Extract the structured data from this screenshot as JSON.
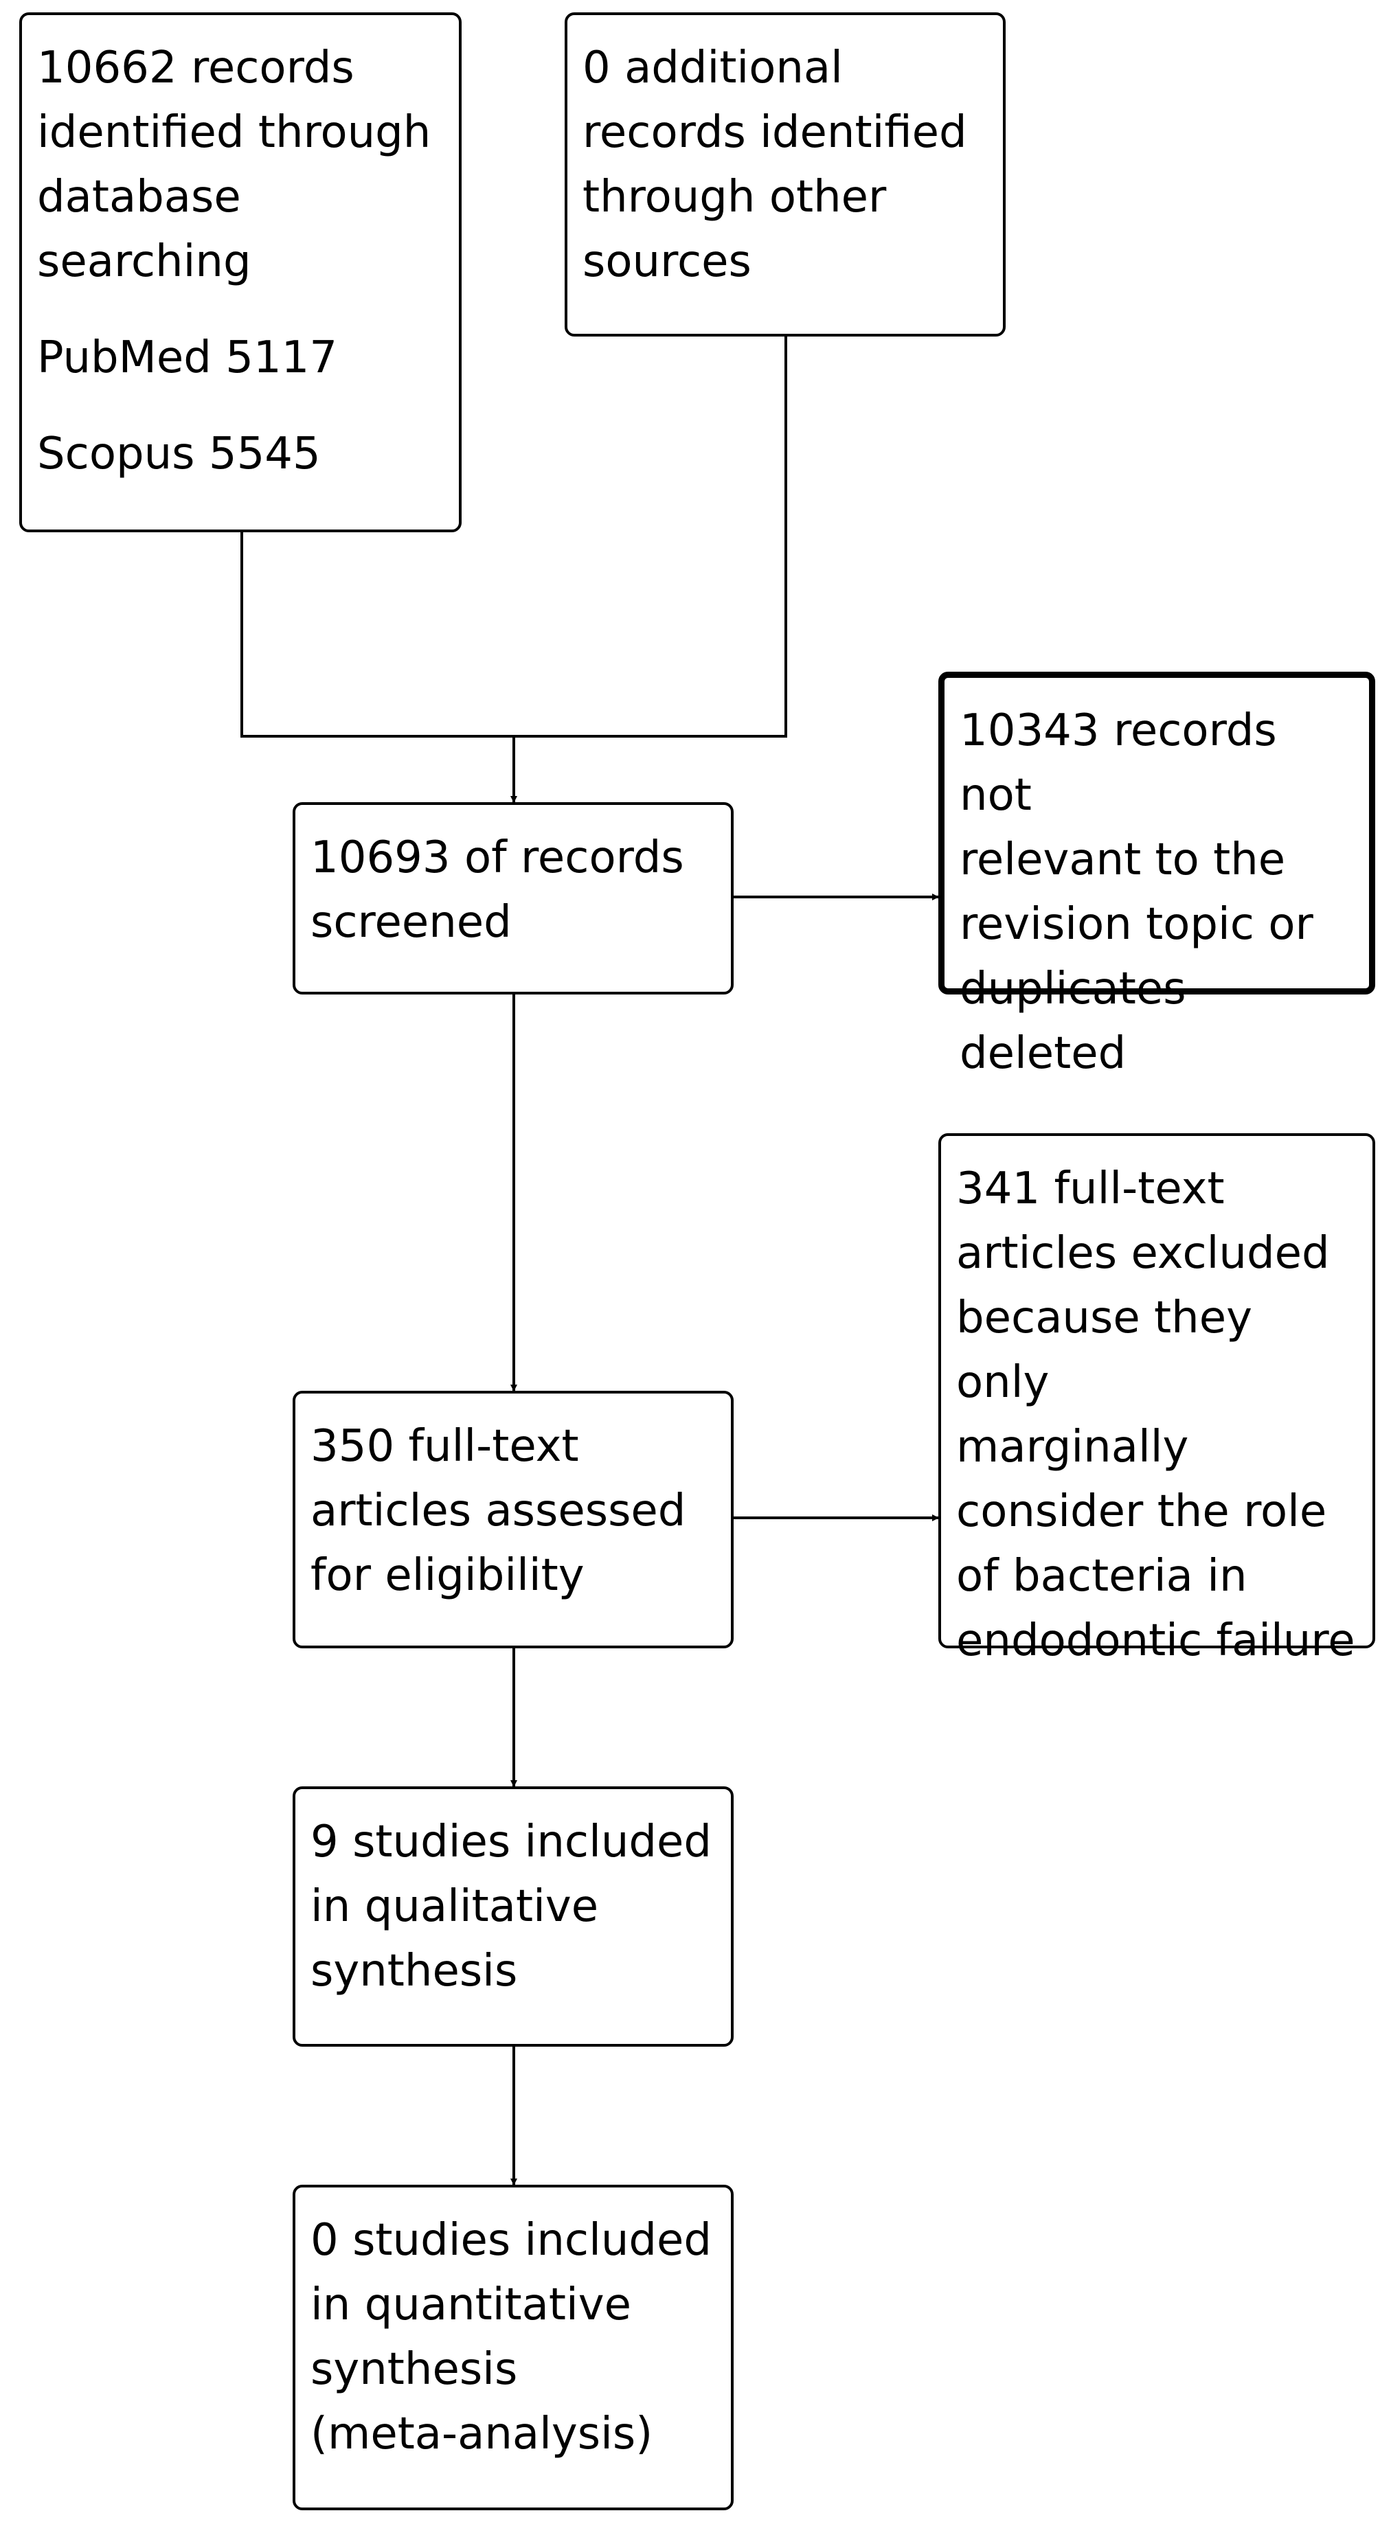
{
  "boxes": {
    "db_search": {
      "text": "10662 records\nidentified through\ndatabase\nsearching",
      "pubmed": "PubMed 5117",
      "scopus": "Scopus 5545"
    },
    "other_sources": {
      "text": "0 additional\nrecords identified\nthrough other\nsources"
    },
    "screened": {
      "text": "10693 of records\nscreened"
    },
    "not_relevant": {
      "text": "10343 records not\nrelevant to the\nrevision topic or\nduplicates deleted"
    },
    "full_text": {
      "text": "350 full-text\narticles assessed\nfor eligibility"
    },
    "excluded": {
      "text": "341 full-text\narticles excluded\nbecause they only\nmarginally\nconsider the role\nof bacteria in\nendodontic failure"
    },
    "qualitative": {
      "text": "9 studies included\nin qualitative\nsynthesis"
    },
    "quantitative": {
      "text": "0 studies included\nin quantitative\nsynthesis\n(meta-analysis)"
    }
  }
}
